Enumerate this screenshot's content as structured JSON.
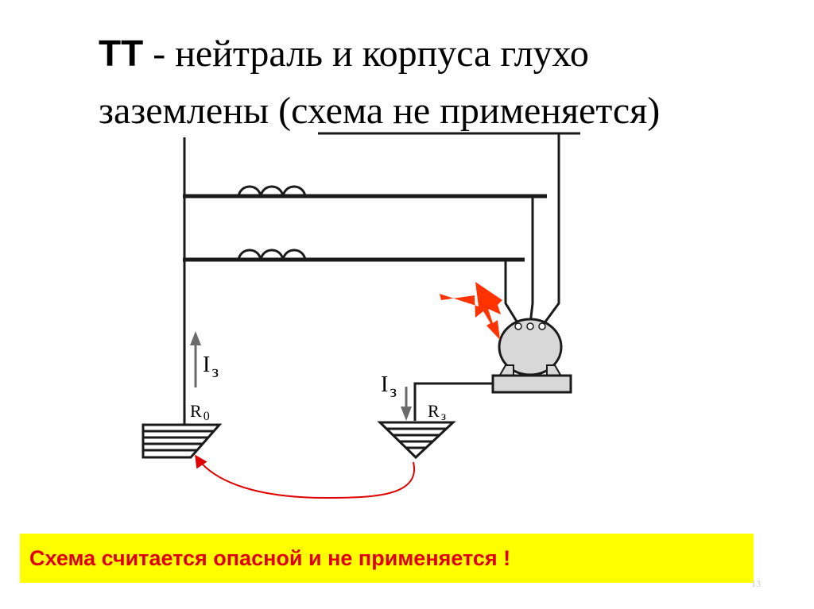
{
  "title": {
    "line1_bold": "ТТ",
    "line1_rest": " - нейтраль  и корпуса  глухо",
    "line2": "заземлены (схема не применяется)"
  },
  "diagram": {
    "current_label_left": {
      "main": "I",
      "sub": "з"
    },
    "current_label_right": {
      "main": "I",
      "sub": "з"
    },
    "resistor_left": {
      "main": "R",
      "sub": "0"
    },
    "resistor_right": {
      "main": "R",
      "sub": "з"
    },
    "colors": {
      "wire": "#1a1a1a",
      "fault_arrow": "#ff3300",
      "return_current": "#e00000",
      "current_arrow": "#6b6b6b",
      "motor": "#d8d8d8",
      "base": "#d8d8d8"
    }
  },
  "warning": {
    "text": "Схема считается опасной и не применяется !",
    "background": "#ffff00",
    "color": "#e00000"
  },
  "slide_number": "13"
}
